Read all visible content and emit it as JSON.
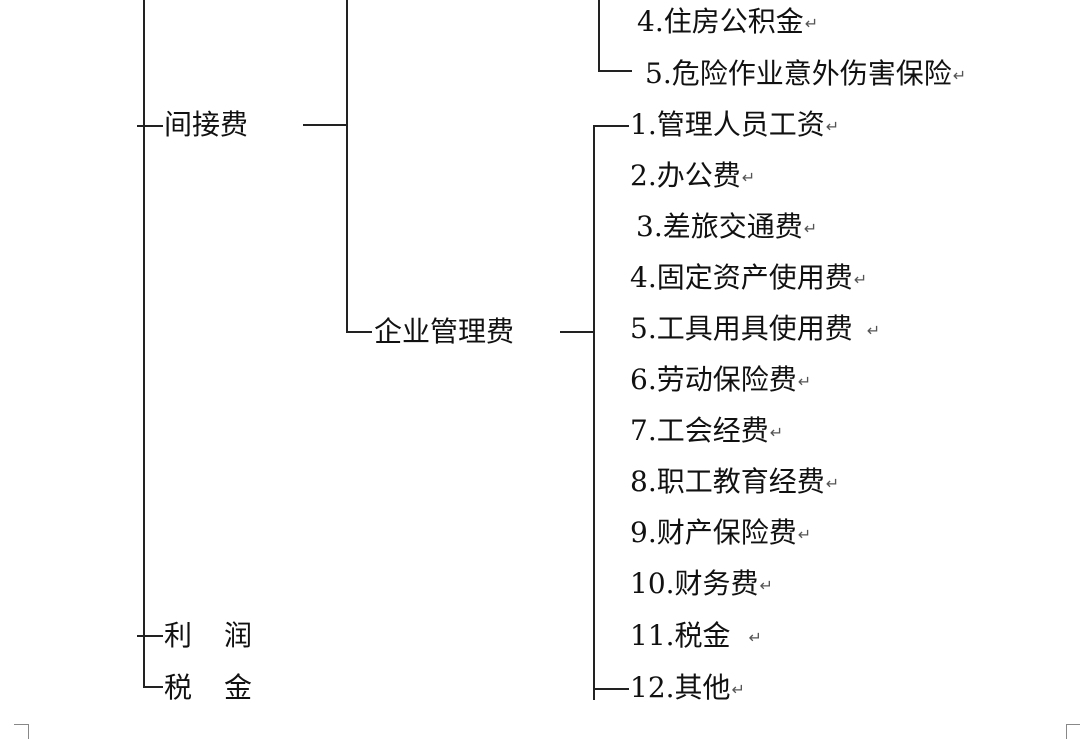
{
  "paragraph_mark": "↵",
  "nodes": {
    "indirect_cost": "间接费",
    "enterprise_mgmt": "企业管理费",
    "profit_1": "利",
    "profit_2": "润",
    "tax_1": "税",
    "tax_2": "金"
  },
  "social_items": [
    "4.住房公积金",
    "5.危险作业意外伤害保险"
  ],
  "mgmt_items": [
    "1.管理人员工资",
    "2.办公费",
    "3.差旅交通费",
    "4.固定资产使用费",
    "5.工具用具使用费",
    "6.劳动保险费",
    "7.工会经费",
    "8.职工教育经费",
    "9.财产保险费",
    "10.财务费",
    "11.税金",
    "12.其他"
  ]
}
